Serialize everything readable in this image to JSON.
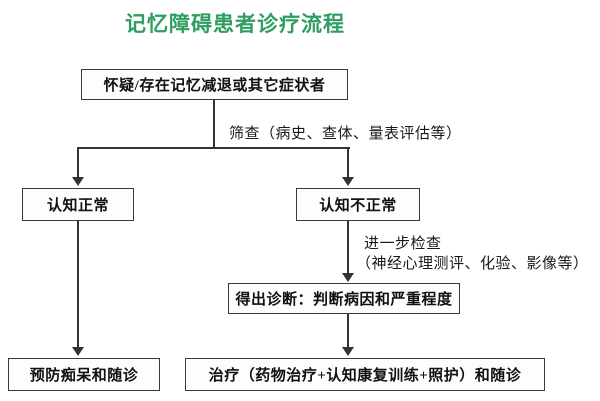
{
  "title": "记忆障碍患者诊疗流程",
  "colors": {
    "title_green": "#2f9e60",
    "line_dark": "#333333",
    "box_border": "#3a3a3a",
    "box_fill": "#fdfdfd",
    "text": "#111111",
    "background": "#ffffff"
  },
  "nodes": {
    "suspect": "怀疑/存在记忆减退或其它症状者",
    "cognition_normal": "认知正常",
    "cognition_abnormal": "认知不正常",
    "diagnosis": "得出诊断：判断病因和严重程度",
    "prevent": "预防痴呆和随诊",
    "treat": "治疗（药物治疗+认知康复训练+照护）和随诊"
  },
  "labels": {
    "screening": "筛查（病史、查体、量表评估等）",
    "further_line1": "进一步检查",
    "further_line2": "（神经心理测评、化验、影像等）"
  },
  "chart_data": {
    "type": "diagram",
    "subtype": "flowchart",
    "title": "记忆障碍患者诊疗流程",
    "nodes": [
      {
        "id": "suspect",
        "label": "怀疑/存在记忆减退或其它症状者",
        "shape": "rect",
        "level": 0
      },
      {
        "id": "cognition_normal",
        "label": "认知正常",
        "shape": "rect",
        "level": 1
      },
      {
        "id": "cognition_abnormal",
        "label": "认知不正常",
        "shape": "rect",
        "level": 1
      },
      {
        "id": "diagnosis",
        "label": "得出诊断：判断病因和严重程度",
        "shape": "rect",
        "level": 2
      },
      {
        "id": "prevent",
        "label": "预防痴呆和随诊",
        "shape": "rect",
        "level": 3
      },
      {
        "id": "treat",
        "label": "治疗（药物治疗+认知康复训练+照护）和随诊",
        "shape": "rect",
        "level": 3
      }
    ],
    "edges": [
      {
        "from": "suspect",
        "to": "cognition_normal",
        "label": "筛查（病史、查体、量表评估等）",
        "arrow": true
      },
      {
        "from": "suspect",
        "to": "cognition_abnormal",
        "label": "筛查（病史、查体、量表评估等）",
        "arrow": true
      },
      {
        "from": "cognition_normal",
        "to": "prevent",
        "label": "",
        "arrow": true
      },
      {
        "from": "cognition_abnormal",
        "to": "diagnosis",
        "label": "进一步检查（神经心理测评、化验、影像等）",
        "arrow": true
      },
      {
        "from": "diagnosis",
        "to": "treat",
        "label": "",
        "arrow": true
      }
    ],
    "direction": "top-to-bottom"
  }
}
